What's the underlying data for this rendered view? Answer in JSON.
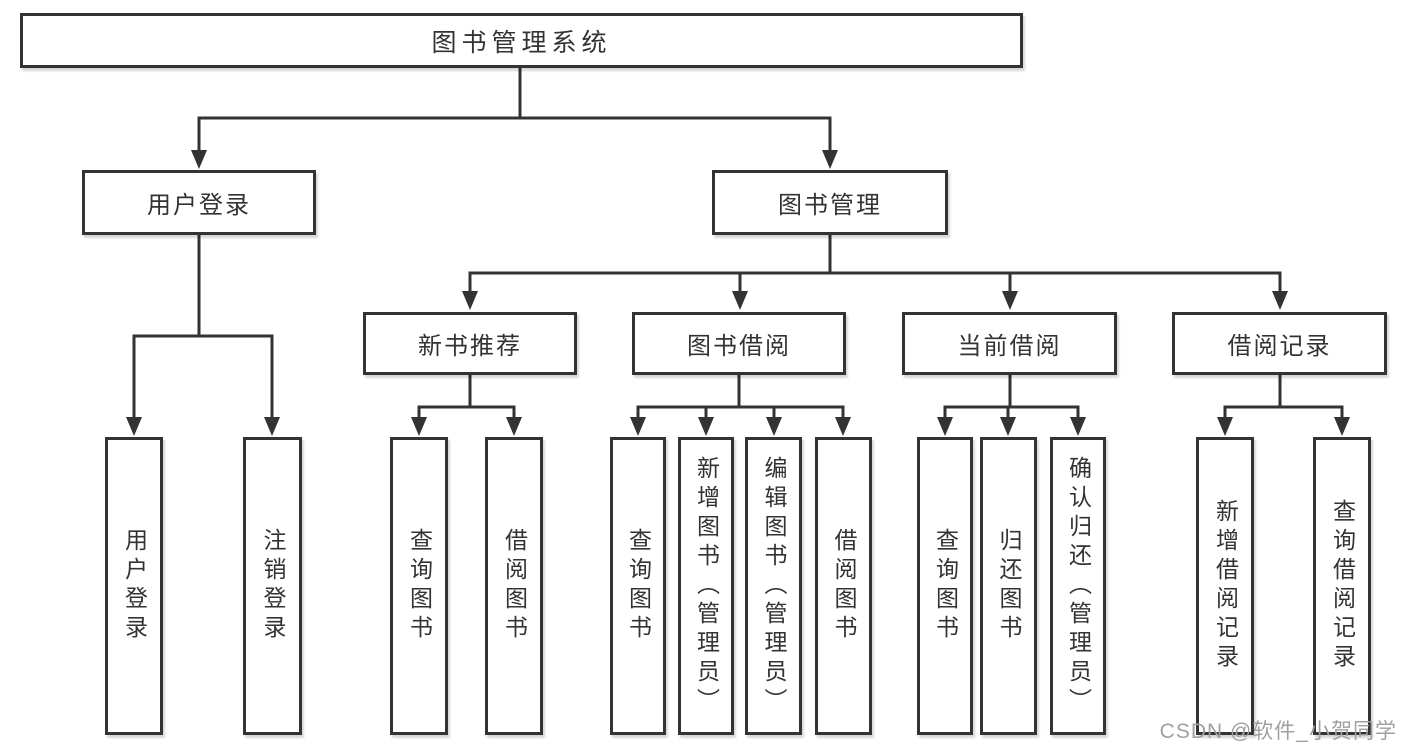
{
  "diagram": {
    "root": {
      "label": "图书管理系统"
    },
    "branches": [
      {
        "label": "用户登录",
        "children": [
          {
            "label": "用户登录"
          },
          {
            "label": "注销登录"
          }
        ]
      },
      {
        "label": "图书管理",
        "children": [
          {
            "label": "新书推荐",
            "children": [
              {
                "label": "查询图书"
              },
              {
                "label": "借阅图书"
              }
            ]
          },
          {
            "label": "图书借阅",
            "children": [
              {
                "label": "查询图书"
              },
              {
                "label": "新增图书（管理员）"
              },
              {
                "label": "编辑图书（管理员）"
              },
              {
                "label": "借阅图书"
              }
            ]
          },
          {
            "label": "当前借阅",
            "children": [
              {
                "label": "查询图书"
              },
              {
                "label": "归还图书"
              },
              {
                "label": "确认归还（管理员）"
              }
            ]
          },
          {
            "label": "借阅记录",
            "children": [
              {
                "label": "新增借阅记录"
              },
              {
                "label": "查询借阅记录"
              }
            ]
          }
        ]
      }
    ]
  },
  "watermark": {
    "text": "CSDN @软件_小贺同学"
  },
  "colors": {
    "line": "#333333",
    "text": "#333333",
    "box_fill": "#ffffff",
    "background": "#ffffff",
    "watermark": "#a0a0a0"
  }
}
